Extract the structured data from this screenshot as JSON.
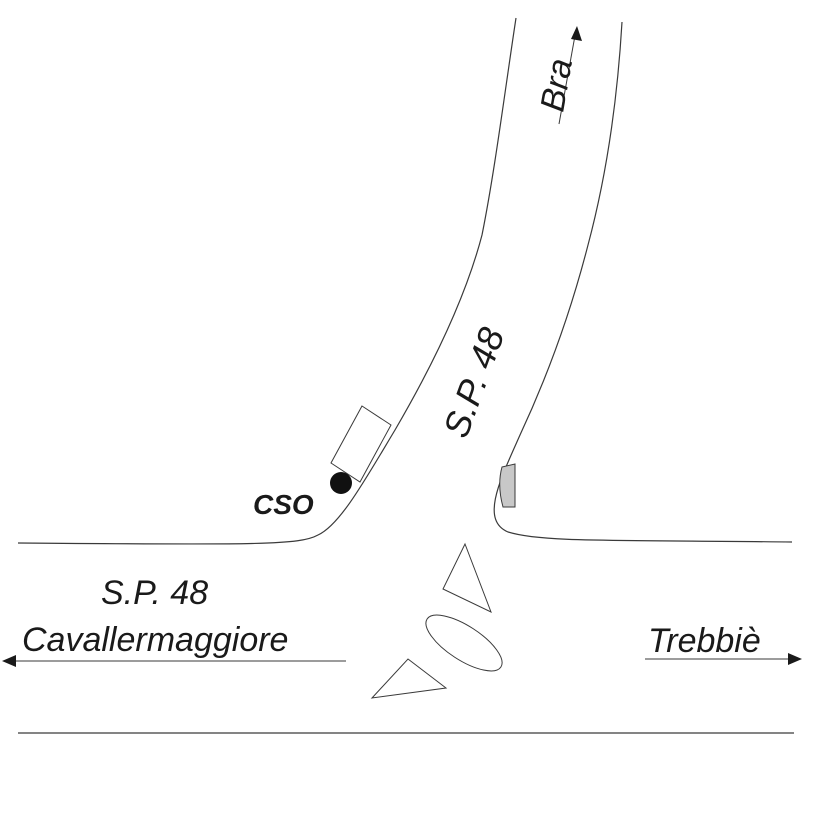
{
  "labels": {
    "road_vertical": "S.P. 48",
    "road_left_number": "S.P. 48",
    "destination_left": "Cavallermaggiore",
    "destination_right": "Trebbiè",
    "destination_top": "Bra",
    "point_marker": "CSO"
  },
  "colors": {
    "line": "#3a3a3a",
    "text": "#1a1a1a",
    "marker": "#111111",
    "curb_fill": "#c8c8c8"
  },
  "icons": {
    "marker": "filled-circle",
    "arrows": "arrowhead"
  }
}
